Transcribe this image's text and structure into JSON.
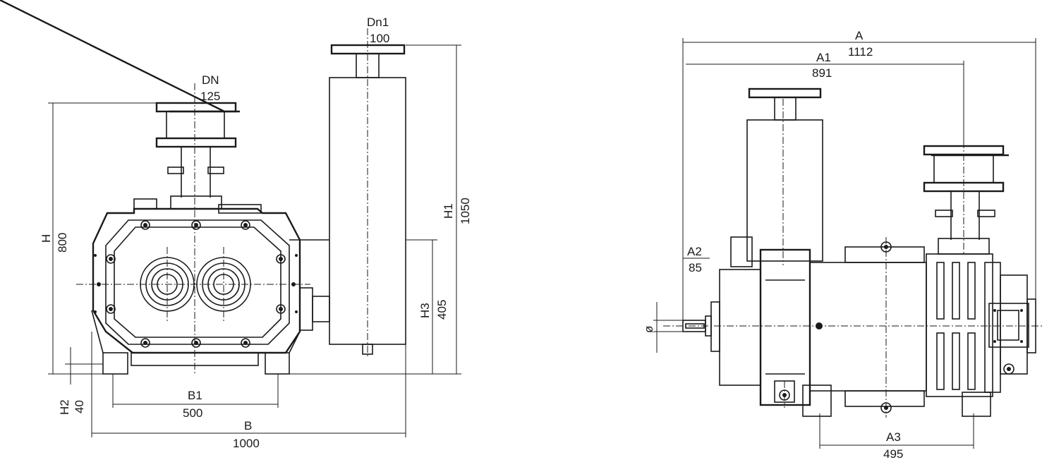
{
  "front_view": {
    "labels": {
      "dn1": "Dn1",
      "dn1_value": "100",
      "dn": "DN",
      "dn_value": "125",
      "h": "H",
      "h_value": "800",
      "h1": "H1",
      "h1_value": "1050",
      "h3": "H3",
      "h3_value": "405",
      "h2": "H2",
      "h2_value": "40",
      "b1": "B1",
      "b1_value": "500",
      "b": "B",
      "b_value": "1000"
    }
  },
  "side_view": {
    "labels": {
      "a": "A",
      "a_value": "1112",
      "a1": "A1",
      "a1_value": "891",
      "a2": "A2",
      "a2_value": "85",
      "phi": "ø",
      "a3": "A3",
      "a3_value": "495"
    }
  }
}
